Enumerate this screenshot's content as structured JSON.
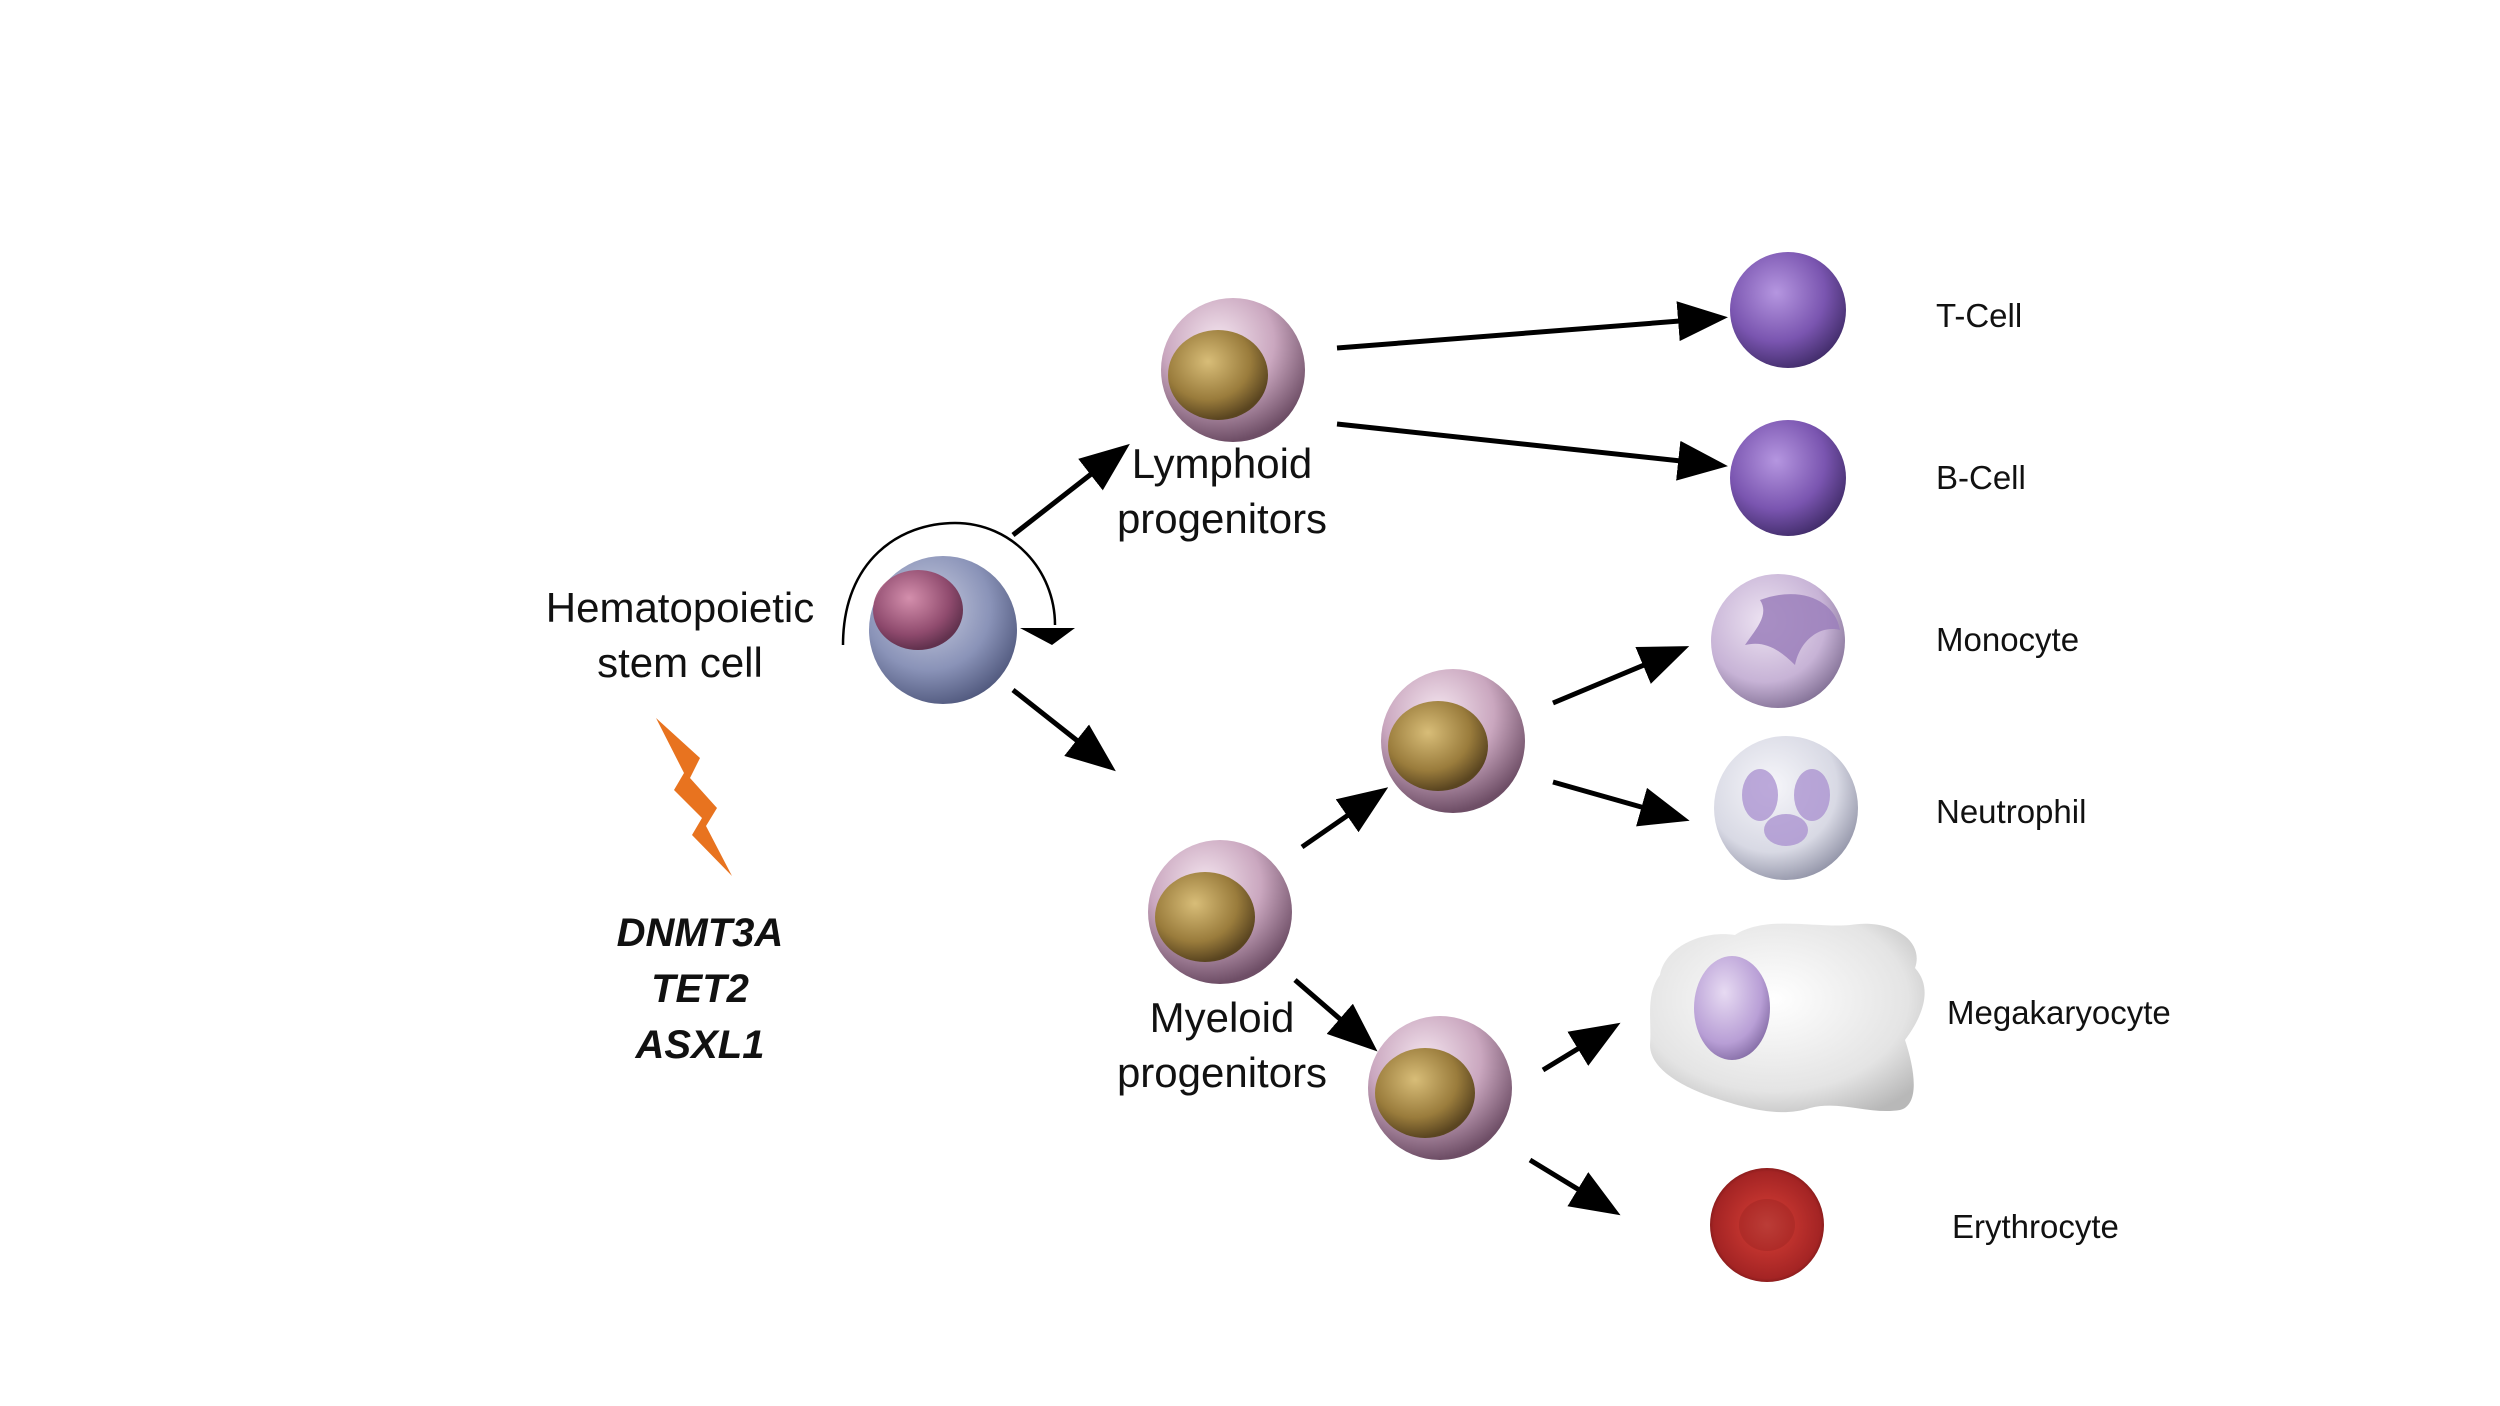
{
  "stem": {
    "label_line1": "Hematopoietic",
    "label_line2": "stem cell",
    "genes": [
      "DNMT3A",
      "TET2",
      "ASXL1"
    ]
  },
  "progenitors": {
    "lymphoid_line1": "Lymphoid",
    "lymphoid_line2": "progenitors",
    "myeloid_line1": "Myeloid",
    "myeloid_line2": "progenitors"
  },
  "cell_types": {
    "t_cell": "T-Cell",
    "b_cell": "B-Cell",
    "monocyte": "Monocyte",
    "neutrophil": "Neutrophil",
    "megakaryocyte": "Megakaryocyte",
    "erythrocyte": "Erythrocyte"
  },
  "colors": {
    "arrow": "#000000",
    "mutation_bolt": "#e8731f",
    "stem_cell": "#8a93b8",
    "progenitor": "#caa7bf",
    "progenitor_nucleus": "#9a7c3c",
    "lymphocyte": "#7a55b0",
    "erythrocyte": "#c0332e"
  }
}
